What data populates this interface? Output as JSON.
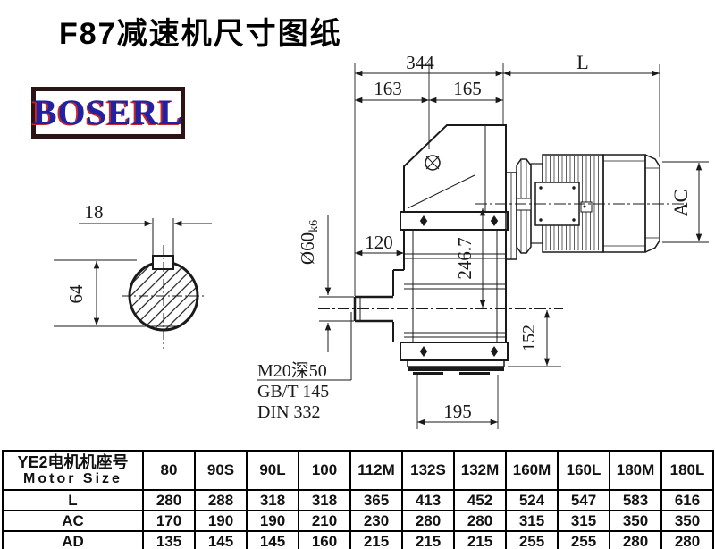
{
  "page": {
    "title": "F87减速机尺寸图纸",
    "background": "#ffffff"
  },
  "logo": {
    "text": "BOSERL",
    "border_color": "#2d1414",
    "text_color": "#2121a3",
    "shadow_color": "#c62828"
  },
  "drawing": {
    "line_color": "#1a1a1a",
    "dimensions": {
      "overall_width": "344",
      "motor_length": "L",
      "left_segment": "163",
      "right_segment": "165",
      "keyway_width": "18",
      "shaft_key_height": "64",
      "shaft_length": "120",
      "shaft_diameter": "Ø60",
      "shaft_tolerance": "k6",
      "center_height": "246.7",
      "motor_diameter": "AC",
      "foot_height": "152",
      "flange_width": "195"
    },
    "notes": {
      "tap_hole": "M20深50",
      "standard1": "GB/T 145",
      "standard2": "DIN 332"
    }
  },
  "table": {
    "header_cn": "YE2电机机座号",
    "header_en": "Motor Size",
    "columns": [
      "80",
      "90S",
      "90L",
      "100",
      "112M",
      "132S",
      "132M",
      "160M",
      "160L",
      "180M",
      "180L"
    ],
    "rows": [
      {
        "label": "L",
        "values": [
          "280",
          "288",
          "318",
          "318",
          "365",
          "413",
          "452",
          "524",
          "547",
          "583",
          "616"
        ]
      },
      {
        "label": "AC",
        "values": [
          "170",
          "190",
          "190",
          "210",
          "230",
          "280",
          "280",
          "315",
          "315",
          "350",
          "350"
        ]
      },
      {
        "label": "AD",
        "values": [
          "135",
          "145",
          "145",
          "160",
          "215",
          "215",
          "215",
          "255",
          "255",
          "280",
          "280"
        ]
      }
    ]
  }
}
